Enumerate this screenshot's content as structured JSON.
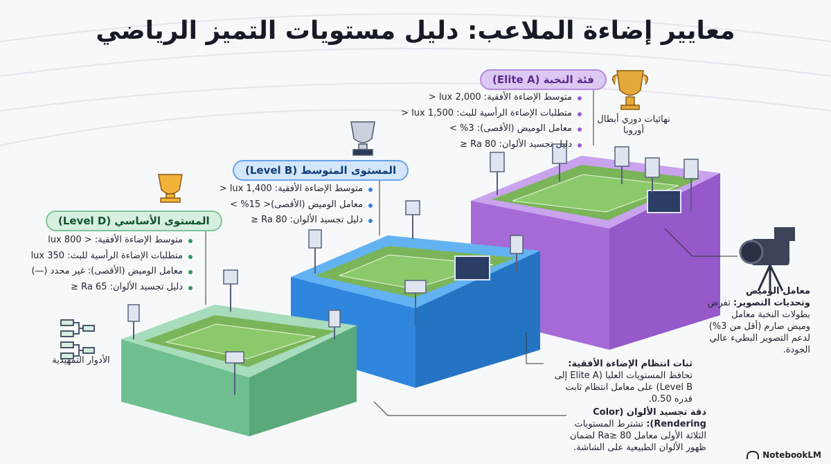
{
  "title": "معايير إضاءة الملاعب: دليل مستويات التميز الرياضي",
  "tiers": {
    "elite": {
      "label": "فئة النخبة (Elite A)",
      "criteria": [
        "متوسط الإضاءة الأفقية: lux 2,000 <",
        "متطلبات الإضاءة الرأسية للبث: lux 1,500 <",
        "معامل الوميض (الأقصى): 3% >",
        "دليل تجسيد الألوان: Ra 80 ≤"
      ],
      "icon_label": "نهائيات دوري أبطال أوروبا",
      "icon": "trophy-icon",
      "color": "#a66ad6"
    },
    "mid": {
      "label": "المستوى المتوسط (Level B)",
      "criteria": [
        "متوسط الإضاءة الأفقية: lux 1,400 <",
        "معامل الوميض (الأقصى)< 15% >",
        "دليل تجسيد الألوان: Ra 80 ≤"
      ],
      "icon": "trophy-icon",
      "color": "#2f86dc"
    },
    "basic": {
      "label": "المستوى الأساسي (Level D)",
      "criteria": [
        "متوسط الإضاءة الأفقية: < lux 800",
        "متطلبات الإضاءة الرأسية للبث: lux 350",
        "معامل الوميض (الأقصى): غير محدد (—)",
        "دليل تجسيد الألوان: Ra 65 ≤"
      ],
      "icon_label": "الأدوار التمهيدية",
      "icon": "bracket-icon",
      "color": "#6fbf90"
    }
  },
  "notes": {
    "flicker": {
      "heading": "معامل الوميض وتحديات التصوير:",
      "body": "تفرض بطولات النخبة معامل وميض صارم (أقل من 3%) لدعم التصوير البطيء عالي الجودة."
    },
    "uniformity": {
      "heading": "ثبات انتظام الإضاءة الأفقية:",
      "body": "تحافظ المستويات العليا (Elite A إلى Level B) على معامل انتظام ثابت قدره 0.50."
    },
    "color": {
      "heading": "دقة تجسيد الألوان (Color Rendering):",
      "body": "تشترط المستويات الثلاثة الأولى معامل Ra≥ 80 لضمان ظهور الألوان الطبيعية على الشاشة."
    }
  },
  "brand": "NotebookLM"
}
